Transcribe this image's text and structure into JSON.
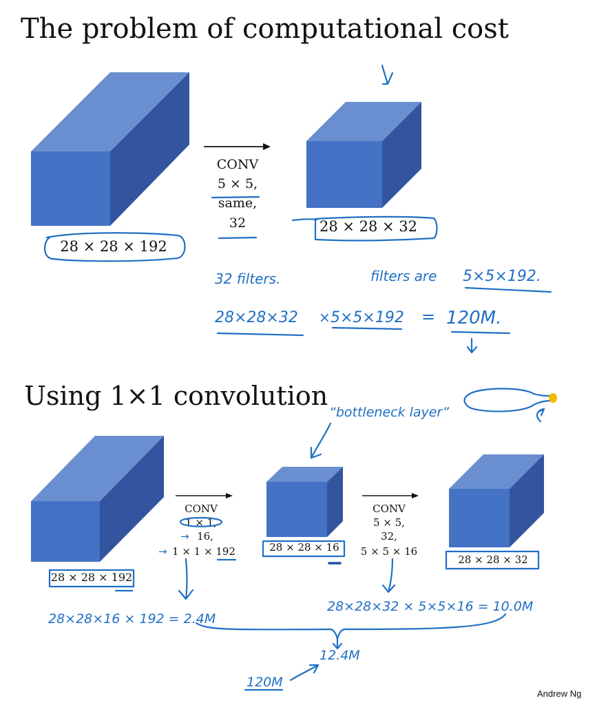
{
  "section1": {
    "title": "The problem of computational cost",
    "input_dim": "28 × 28 × 192",
    "conv_lines": [
      "CONV",
      "5 × 5,",
      "same,",
      "32"
    ],
    "output_dim": "28 × 28 × 32",
    "notes": {
      "filters_count": "32 filters.",
      "filters_are": "filters are",
      "filter_size": "5×5×192.",
      "output_elems": "28×28×32",
      "times_sign": "×",
      "mults": "5×5×192",
      "equals": "=",
      "total": "120M."
    }
  },
  "section2": {
    "title": "Using 1×1 convolution",
    "bottleneck_note": "“bottleneck layer”",
    "input_dim": "28 × 28 × 192",
    "conv1_lines": [
      "CONV",
      "1 × 1,",
      "16,",
      "1 × 1 × 192"
    ],
    "conv1_arrow16": "→",
    "conv1_arrow192": "→",
    "mid_dim": "28 × 28 × 16",
    "conv2_lines": [
      "CONV",
      "5 × 5,",
      "32,",
      "5 × 5 × 16"
    ],
    "output_dim": "28 × 28 × 32",
    "cost1": "28×28×16 × 192 = 2.4M",
    "cost2": "28×28×32 × 5×5×16 = 10.0M",
    "sum": "12.4M",
    "compare": "120M"
  },
  "footer": {
    "credit": "Andrew Ng"
  },
  "colors": {
    "cube_front": "#4472c4",
    "cube_top": "#6a8fd0",
    "cube_side": "#3355a0",
    "ink": "#1f6fc4"
  }
}
